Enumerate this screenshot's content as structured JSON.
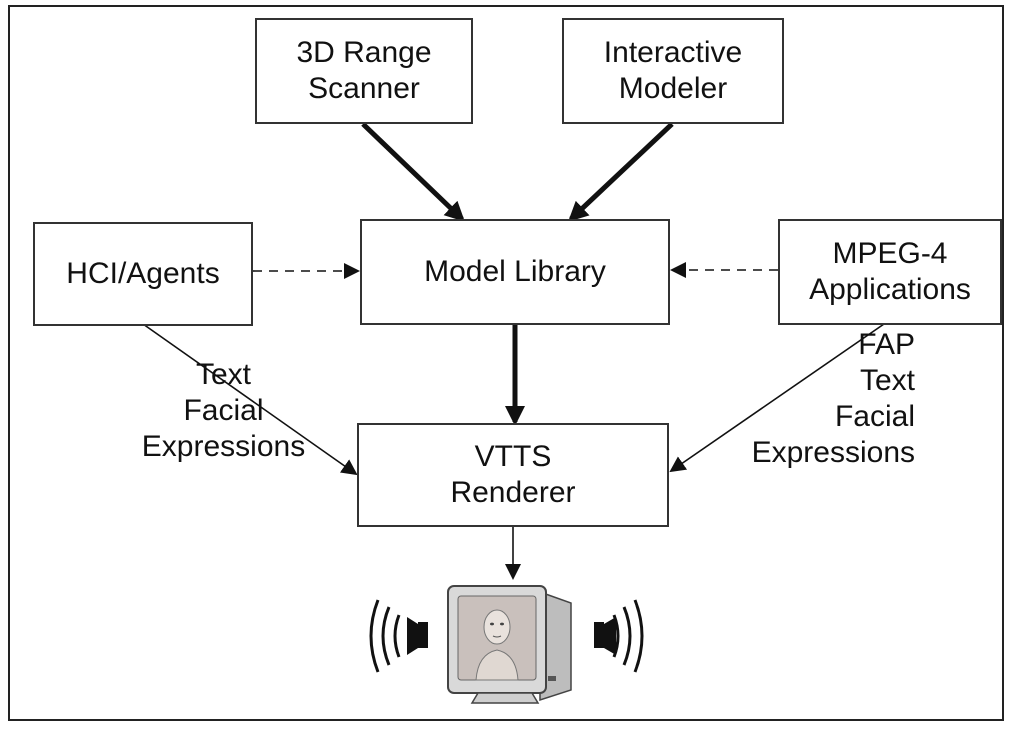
{
  "nodes": {
    "scanner": "3D Range\nScanner",
    "modeler": "Interactive\nModeler",
    "hci": "HCI/Agents",
    "library": "Model Library",
    "mpeg": "MPEG-4\nApplications",
    "vtts": "VTTS\nRenderer"
  },
  "edge_labels": {
    "hci_to_vtts": "Text\nFacial\nExpressions",
    "mpeg_to_vtts": "FAP\nText\nFacial\nExpressions"
  },
  "output": {
    "monitor_icon": "monitor-with-face-icon",
    "left_speaker_icon": "speaker-icon",
    "right_speaker_icon": "speaker-icon"
  }
}
